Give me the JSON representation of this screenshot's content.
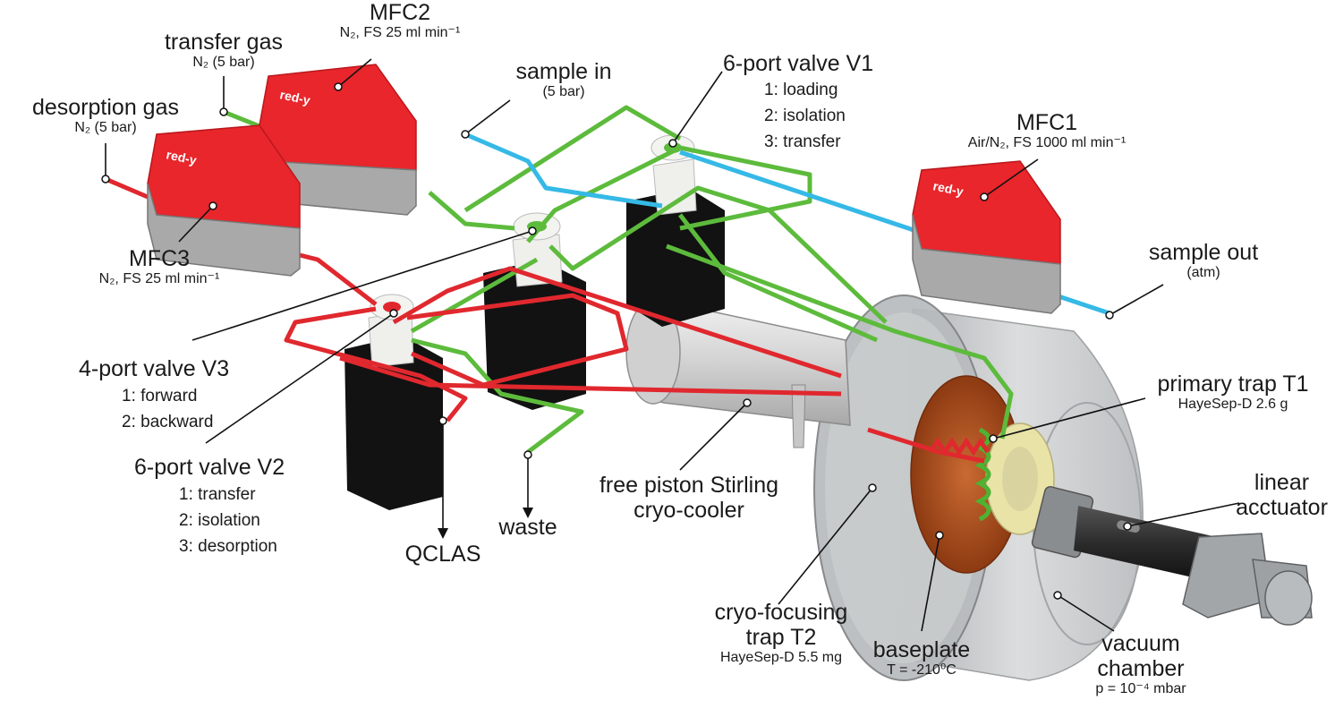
{
  "colors": {
    "mfc_red": "#e8262b",
    "mfc_red_dark": "#b8181d",
    "mfc_grey": "#a9a9a9",
    "valve_black": "#121212",
    "valve_white": "#f1f1ef",
    "tube_green": "#5dbb3c",
    "tube_red": "#e0282e",
    "tube_blue": "#35b9e6",
    "chamber_grey": "#bfc2c4",
    "baseplate_copper": "#b5501f",
    "trap_cream": "#e9e3a8"
  },
  "icons": [
    "mass-flow-controller",
    "valve-actuator",
    "stirling-cooler",
    "vacuum-chamber",
    "linear-actuator"
  ],
  "labels": {
    "mfc2": {
      "title": "MFC2",
      "detail": "N₂, FS 25 ml min⁻¹"
    },
    "transfer_gas": {
      "title": "transfer gas",
      "detail": "N₂ (5 bar)"
    },
    "desorption_gas": {
      "title": "desorption gas",
      "detail": "N₂ (5 bar)"
    },
    "sample_in": {
      "title": "sample in",
      "detail": "(5 bar)"
    },
    "v1": {
      "title": "6-port valve V1",
      "items": [
        "1: loading",
        "2: isolation",
        "3: transfer"
      ]
    },
    "mfc1": {
      "title": "MFC1",
      "detail": "Air/N₂, FS 1000 ml min⁻¹"
    },
    "mfc3": {
      "title": "MFC3",
      "detail": "N₂, FS 25 ml min⁻¹"
    },
    "sample_out": {
      "title": "sample out",
      "detail": "(atm)"
    },
    "v3": {
      "title": "4-port valve V3",
      "items": [
        "1: forward",
        "2: backward"
      ]
    },
    "v2": {
      "title": "6-port valve V2",
      "items": [
        "1: transfer",
        "2: isolation",
        "3: desorption"
      ]
    },
    "qclas": {
      "title": "QCLAS"
    },
    "waste": {
      "title": "waste"
    },
    "stirling": {
      "line1": "free piston Stirling",
      "line2": "cryo-cooler"
    },
    "t1": {
      "title": "primary trap T1",
      "detail": "HayeSep-D 2.6 g"
    },
    "actuator": {
      "line1": "linear",
      "line2": "acctuator"
    },
    "t2": {
      "line1": "cryo-focusing",
      "line2": "trap T2",
      "detail": "HayeSep-D 5.5 mg"
    },
    "baseplate": {
      "title": "baseplate",
      "detail": "T = -210⁰C"
    },
    "chamber": {
      "line1": "vacuum",
      "line2": "chamber",
      "detail": "p = 10⁻⁴ mbar"
    }
  }
}
